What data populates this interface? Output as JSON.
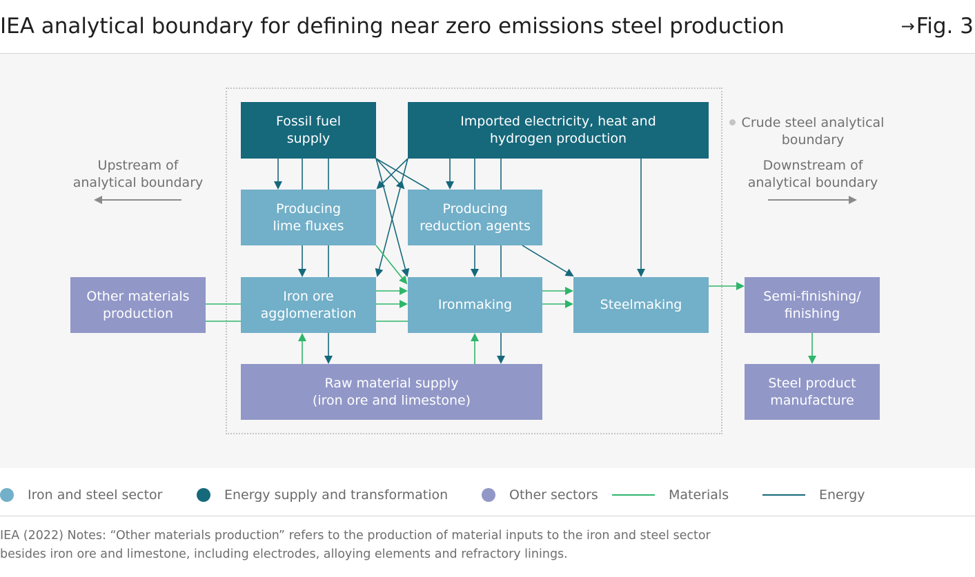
{
  "header": {
    "title": "IEA analytical boundary for defining near zero emissions steel production",
    "fig_arrow": "→",
    "fig_label": "Fig. 3"
  },
  "diagram": {
    "boundary_label": "Crude steel analytical\nboundary",
    "upstream_label": "Upstream of\nanalytical boundary",
    "downstream_label": "Downstream of\nanalytical boundary",
    "nodes": {
      "fossil_fuel": "Fossil fuel\nsupply",
      "imported_energy": "Imported electricity, heat and\nhydrogen production",
      "lime_fluxes": "Producing\nlime fluxes",
      "reduction_agents": "Producing\nreduction agents",
      "other_materials": "Other materials\nproduction",
      "iron_ore_agglomeration": "Iron ore\nagglomeration",
      "ironmaking": "Ironmaking",
      "steelmaking": "Steelmaking",
      "semi_finishing": "Semi-finishing/\nfinishing",
      "raw_material": "Raw material supply\n(iron ore and limestone)",
      "steel_product": "Steel product\nmanufacture"
    },
    "colors": {
      "iron_steel": "#72afc8",
      "energy_supply": "#16687b",
      "other_sectors": "#9197c7",
      "materials_flow": "#2fb56b",
      "energy_flow": "#16687b",
      "boundary_arrow": "#8a8a8a"
    }
  },
  "legend": {
    "iron_steel": "Iron and steel sector",
    "energy_supply": "Energy supply and transformation",
    "other_sectors": "Other sectors",
    "materials": "Materials",
    "energy": "Energy"
  },
  "notes": "IEA (2022) Notes: “Other materials production” refers to the production of material inputs to the iron and steel sector\nbesides iron ore and limestone, including electrodes, alloying elements and refractory linings."
}
